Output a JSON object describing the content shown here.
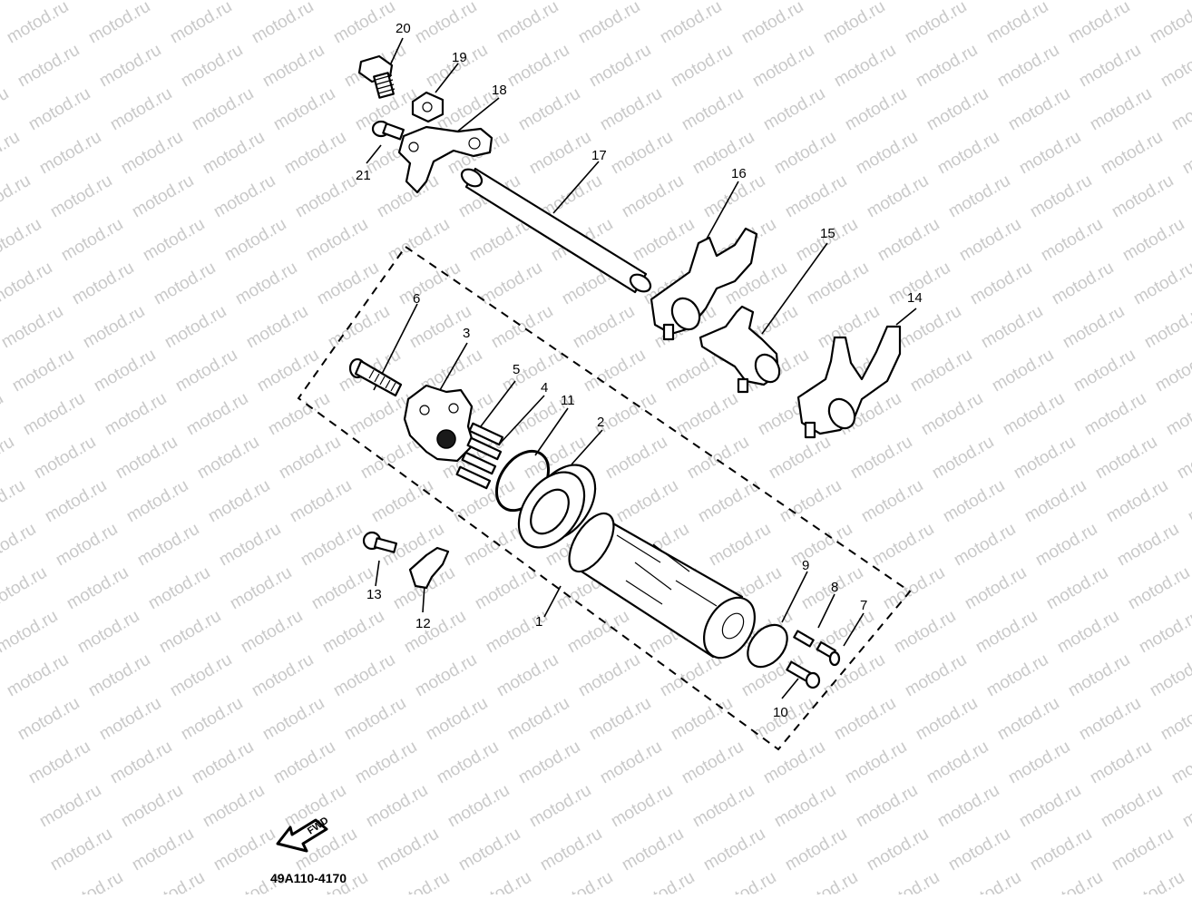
{
  "watermark": {
    "text": "motod.ru"
  },
  "diagram": {
    "part_code": "49A110-4170",
    "fwd_label": "FWD",
    "callouts": [
      "1",
      "2",
      "3",
      "4",
      "5",
      "6",
      "7",
      "8",
      "9",
      "10",
      "11",
      "12",
      "13",
      "14",
      "15",
      "16",
      "17",
      "18",
      "19",
      "20",
      "21"
    ]
  }
}
